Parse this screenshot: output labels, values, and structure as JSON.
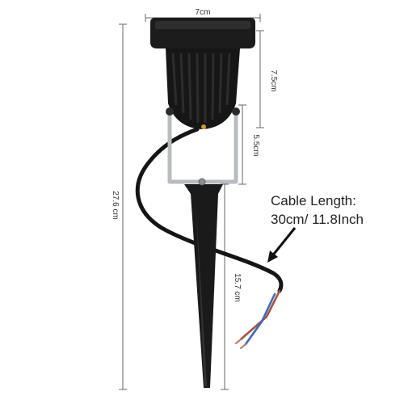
{
  "dimensions": {
    "top_width": "7cm",
    "head_height": "7.5cm",
    "bracket_height": "5.5cm",
    "total_height": "27.6 cm",
    "spike_length": "15.7 cm"
  },
  "cable_label": {
    "line1": "Cable Length:",
    "line2": "30cm/ 11.8Inch"
  },
  "colors": {
    "lamp_body": "#1c1c1c",
    "bracket": "#bfc3c6",
    "wire_brown": "#a4533e",
    "wire_blue": "#3f68b8",
    "dimension_line": "#555555"
  }
}
